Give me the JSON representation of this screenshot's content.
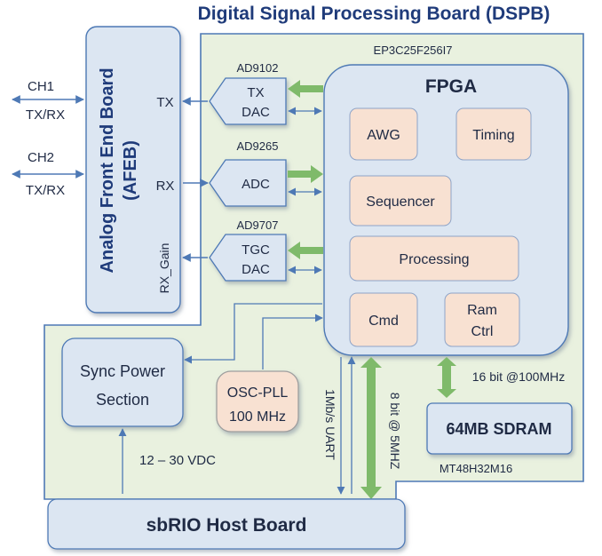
{
  "title": "Digital Signal Processing Board (DSPB)",
  "fpga_part": "EP3C25F256I7",
  "fpga": {
    "label": "FPGA",
    "blocks": {
      "awg": "AWG",
      "timing": "Timing",
      "sequencer": "Sequencer",
      "processing": "Processing",
      "cmd": "Cmd",
      "ram_ctrl_line1": "Ram",
      "ram_ctrl_line2": "Ctrl"
    }
  },
  "afeb": {
    "label_line1": "Analog Front End Board",
    "label_line2": "(AFEB)",
    "tx": "TX",
    "rx": "RX",
    "rx_gain": "RX_Gain"
  },
  "channels": {
    "ch1": "CH1",
    "ch1_mode": "TX/RX",
    "ch2": "CH2",
    "ch2_mode": "TX/RX"
  },
  "converters": {
    "tx_dac_part": "AD9102",
    "tx_dac_line1": "TX",
    "tx_dac_line2": "DAC",
    "adc_part": "AD9265",
    "adc_label": "ADC",
    "tgc_dac_part": "AD9707",
    "tgc_dac_line1": "TGC",
    "tgc_dac_line2": "DAC"
  },
  "sync_power": {
    "line1": "Sync Power",
    "line2": "Section"
  },
  "osc": {
    "line1": "OSC-PLL",
    "line2": "100 MHz"
  },
  "sdram": {
    "label": "64MB SDRAM",
    "part": "MT48H32M16",
    "bus": "16 bit @100MHz"
  },
  "links": {
    "uart": "1Mb/s  UART",
    "parallel": "8 bit @ 5MHZ",
    "supply": "12 – 30 VDC"
  },
  "host": "sbRIO Host Board",
  "colors": {
    "board_fill": "#e9f1df",
    "board_line": "#4e79b5",
    "block_fill": "#dce6f2",
    "inner_fill": "#f8e1d2",
    "arrow_green": "#7fba6a",
    "text": "#1f2a44",
    "title": "#1f3b7a"
  }
}
